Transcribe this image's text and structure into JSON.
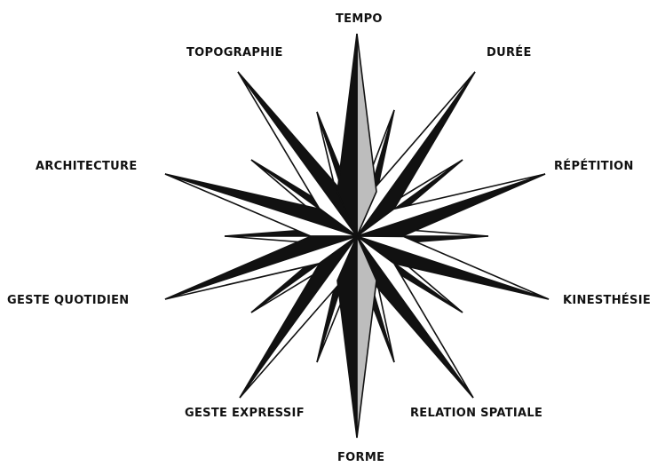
{
  "labels": {
    "tempo": "TEMPO",
    "duree": "DURÉE",
    "repetition": "RÉPÉTITION",
    "kinesthesie": "KINESTHÉSIE",
    "relation_spatiale": "RELATION SPATIALE",
    "forme": "FORME",
    "geste_expressif": "GESTE EXPRESSIF",
    "geste_quotidien": "GESTE QUOTIDIEN",
    "architecture": "ARCHITECTURE",
    "topographie": "TOPOGRAPHIE"
  },
  "colors": {
    "ink": "#111111",
    "paper": "#ffffff",
    "highlight": "#bdbdbd"
  }
}
